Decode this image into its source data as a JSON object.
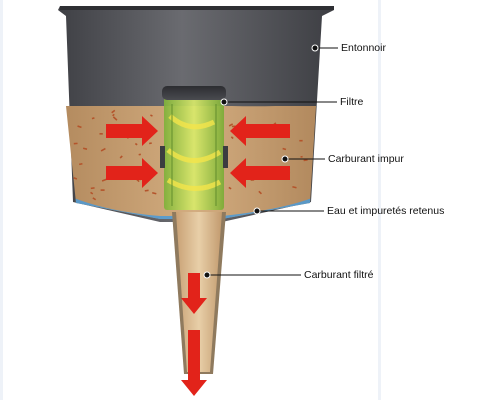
{
  "labels": {
    "funnel": "Entonnoir",
    "filter": "Filtre",
    "impure_fuel": "Carburant impur",
    "water_impurities": "Eau et impuretés retenus",
    "filtered_fuel": "Carburant filtré"
  },
  "colors": {
    "funnel_body": "#56575d",
    "impure_fuel": "#c49a6c",
    "sediment_flecks": "#b4542b",
    "retained_water": "#4a9ad8",
    "filter_cartridge": "#9ccc3c",
    "flow_arrows": "#e2231a",
    "callout_line": "#111111"
  },
  "icons": {
    "flow": "flow-arrow-icon",
    "callout_dot": "callout-dot-icon"
  }
}
